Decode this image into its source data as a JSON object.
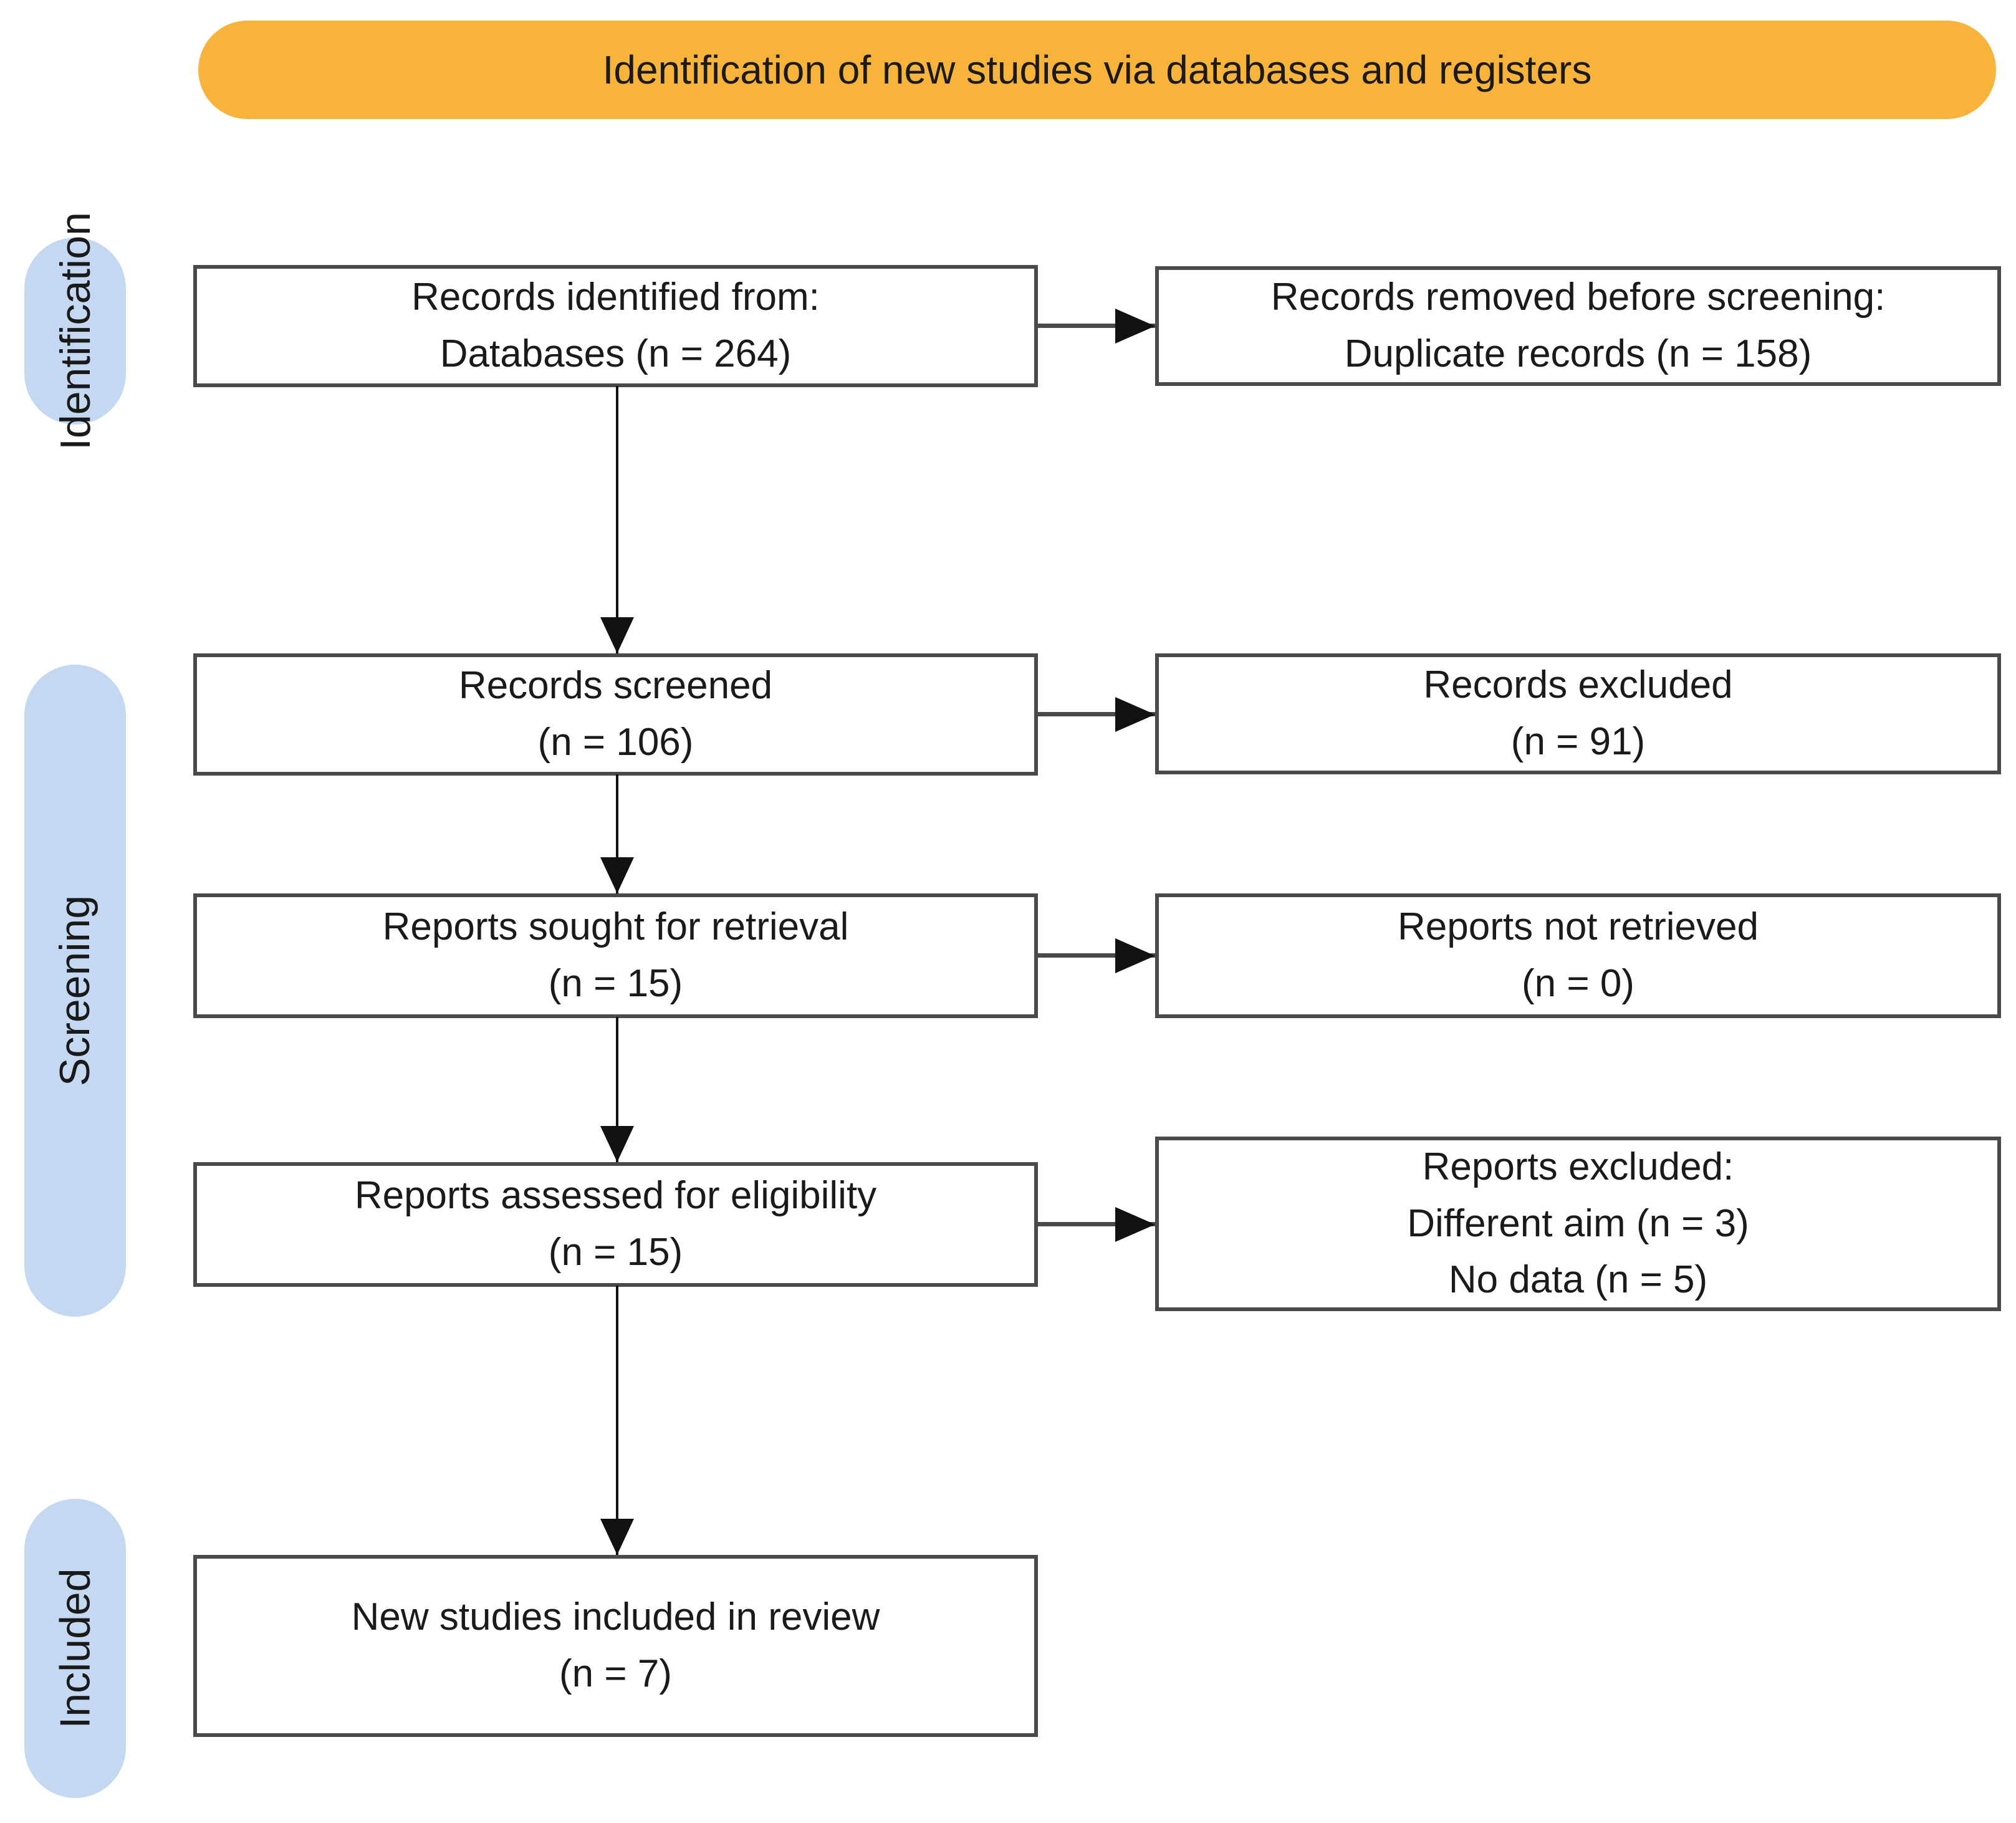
{
  "banner": "Identification of new studies via databases and registers",
  "sidebar": {
    "identification": "Identification",
    "screening": "Screening",
    "included": "Included"
  },
  "flow": {
    "records_identified": "Records identified from:\nDatabases (n = 264)",
    "records_removed": "Records removed before screening:\nDuplicate records (n = 158)",
    "records_screened": "Records screened\n(n = 106)",
    "records_excluded": "Records excluded\n(n = 91)",
    "reports_sought": "Reports sought for retrieval\n(n = 15)",
    "reports_not_retrieved": "Reports not retrieved\n(n = 0)",
    "reports_assessed": "Reports assessed for eligibility\n(n = 15)",
    "reports_excluded": "Reports excluded:\nDifferent aim (n = 3)\nNo data (n = 5)",
    "new_studies_included": "New studies included in review\n(n = 7)"
  },
  "counts": {
    "identified_databases": 264,
    "duplicates_removed": 158,
    "screened": 106,
    "excluded_screening": 91,
    "sought_retrieval": 15,
    "not_retrieved": 0,
    "assessed_eligibility": 15,
    "excluded_different_aim": 3,
    "excluded_no_data": 5,
    "included_in_review": 7
  },
  "colors": {
    "banner_bg": "#F8B43A",
    "stage_bg": "#C5D8F1",
    "box_border": "#4A4A4A",
    "arrow": "#111111"
  }
}
